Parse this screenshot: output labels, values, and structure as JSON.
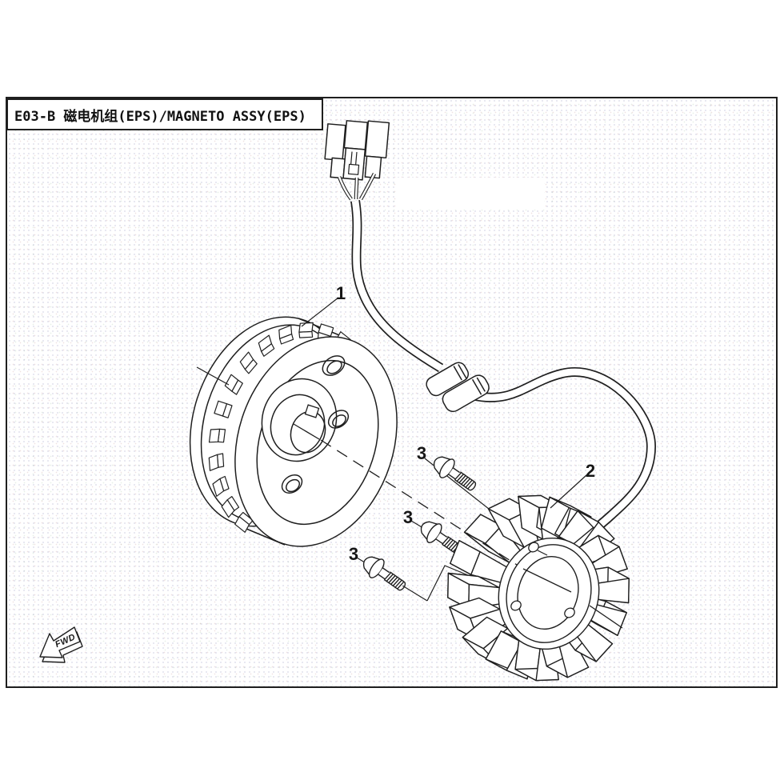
{
  "title": "E03-B 磁电机组(EPS)/MAGNETO ASSY(EPS)",
  "callouts": {
    "rotor": "1",
    "stator": "2",
    "bolt": "3"
  },
  "fwd_label": "FWD",
  "colors": {
    "line": "#1f1f1f",
    "background": "#ffffff"
  }
}
